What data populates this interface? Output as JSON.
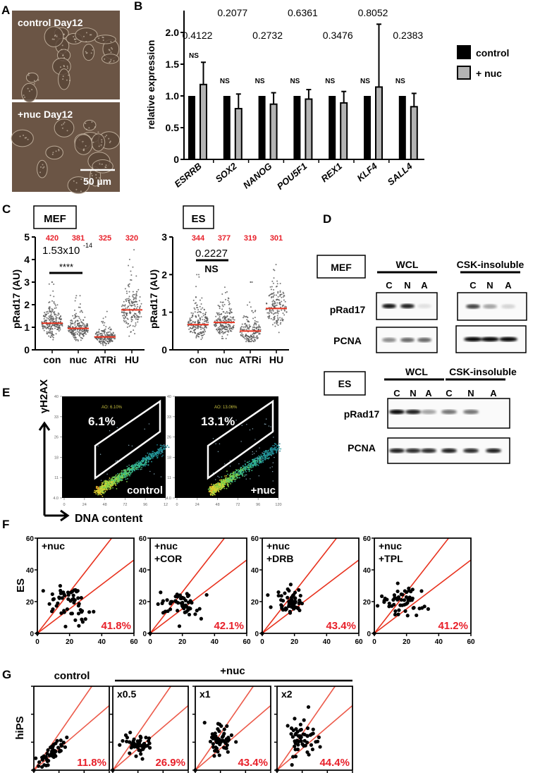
{
  "panel_letters": [
    "A",
    "B",
    "C",
    "D",
    "E",
    "F",
    "G"
  ],
  "panel_a": {
    "images": [
      {
        "label": "control Day12"
      },
      {
        "label": "+nuc Day12"
      }
    ],
    "scale_bar": "50 µm"
  },
  "panel_d": {
    "groups": [
      {
        "cell": "MEF",
        "fractions": [
          "WCL",
          "CSK-insoluble"
        ],
        "lanes": [
          "C",
          "N",
          "A"
        ],
        "rows": [
          {
            "label": "pRad17",
            "bands": [
              [
                0.95,
                0.9,
                0.1
              ],
              [
                0.75,
                0.35,
                0.15
              ]
            ]
          },
          {
            "label": "PCNA",
            "bands": [
              [
                0.45,
                0.6,
                0.6
              ],
              [
                1.0,
                1.0,
                1.0
              ]
            ]
          }
        ]
      },
      {
        "cell": "ES",
        "fractions": [
          "WCL",
          "CSK-insoluble"
        ],
        "lanes": [
          "C",
          "N",
          "A"
        ],
        "rows": [
          {
            "label": "pRad17",
            "bands": [
              [
                1.0,
                0.9,
                0.35
              ],
              [
                0.55,
                0.55,
                0.02
              ]
            ]
          },
          {
            "label": "PCNA",
            "bands": [
              [
                0.9,
                0.85,
                0.85
              ],
              [
                0.9,
                0.85,
                0.9
              ]
            ]
          }
        ]
      }
    ]
  },
  "colors": {
    "control": "#000000",
    "nuc": "#b3b3b3",
    "median": "#e8321e",
    "count": "#e8202a",
    "diagonal": "#e8321e",
    "micrograph": "#6b5545"
  },
  "chart_data": [
    {
      "type": "bar",
      "ylabel": "relative expression",
      "ylim": [
        0,
        2.35
      ],
      "yticks": [
        0,
        0.5,
        1.0,
        1.5,
        2.0
      ],
      "ytick_labels": [
        "0",
        "0.5",
        "1.0",
        "1.5",
        "2.0"
      ],
      "categories": [
        "ESRRB",
        "SOX2",
        "NANOG",
        "POU5F1",
        "REX1",
        "KLF4",
        "SALL4"
      ],
      "series": [
        {
          "name": "control",
          "values": [
            1,
            1,
            1,
            1,
            1,
            1,
            1
          ]
        },
        {
          "name": "+ nuc",
          "values": [
            1.18,
            0.8,
            0.87,
            0.95,
            0.89,
            1.14,
            0.83
          ],
          "error_upper": [
            1.53,
            1.03,
            1.05,
            1.1,
            1.07,
            2.13,
            1.04
          ]
        }
      ],
      "p_values": [
        "0.4122",
        "0.2077",
        "0.2732",
        "0.6361",
        "0.3476",
        "0.8052",
        "0.2383"
      ],
      "significance": [
        "NS",
        "NS",
        "NS",
        "NS",
        "NS",
        "NS",
        "NS"
      ],
      "legend": "right"
    },
    {
      "type": "scatter",
      "title": "MEF",
      "ylabel": "pRad17 (AU)",
      "ylim": [
        0,
        5
      ],
      "yticks": [
        "0",
        "1",
        "2",
        "3",
        "4",
        "5"
      ],
      "categories": [
        "con",
        "nuc",
        "ATRi",
        "HU"
      ],
      "n": [
        "420",
        "381",
        "325",
        "320"
      ],
      "medians": [
        1.18,
        0.95,
        0.57,
        1.77
      ],
      "approx_range": [
        [
          0.45,
          3.0
        ],
        [
          0.4,
          2.4
        ],
        [
          0.2,
          1.7
        ],
        [
          0.6,
          4.6
        ]
      ],
      "comparison": {
        "p_value": "1.53x10",
        "exponent": "-14",
        "label": "****"
      }
    },
    {
      "type": "scatter",
      "title": "ES",
      "ylabel": "pRad17 (AU)",
      "ylim": [
        0,
        3
      ],
      "yticks": [
        "0",
        "1",
        "2",
        "3"
      ],
      "categories": [
        "con",
        "nuc",
        "ATRi",
        "HU"
      ],
      "n": [
        "344",
        "377",
        "319",
        "301"
      ],
      "medians": [
        0.67,
        0.73,
        0.5,
        1.1
      ],
      "approx_range": [
        [
          0.28,
          2.0
        ],
        [
          0.3,
          1.95
        ],
        [
          0.22,
          1.8
        ],
        [
          0.42,
          2.55
        ]
      ],
      "comparison": {
        "p_value": "0.2227",
        "label": "NS"
      }
    },
    {
      "type": "scatter",
      "ylabel": "γH2AX",
      "xlabel": "DNA content",
      "yticks": [
        "40",
        "33",
        "26",
        "18",
        "11",
        "4.0"
      ],
      "plots": [
        {
          "label": "control",
          "gate_percent": "6.1%",
          "gate_annotation": "AO: 6.10%",
          "xticks": [
            "0",
            "24",
            "48",
            "72",
            "96",
            "12"
          ]
        },
        {
          "label": "+nuc",
          "gate_percent": "13.1%",
          "gate_annotation": "AO: 13.06%",
          "xticks": [
            "0",
            "24",
            "48",
            "72",
            "96",
            "120"
          ]
        }
      ]
    },
    {
      "type": "scatter",
      "ylabel": "ES",
      "xlim": [
        0,
        60
      ],
      "ylim": [
        0,
        60
      ],
      "ticks": [
        "0",
        "20",
        "40",
        "60"
      ],
      "plots": [
        {
          "label": [
            "+nuc"
          ],
          "percent": "41.8%",
          "approx_center": [
            20,
            19
          ]
        },
        {
          "label": [
            "+nuc",
            "+COR"
          ],
          "percent": "42.1%",
          "approx_center": [
            19,
            18
          ]
        },
        {
          "label": [
            "+nuc",
            "+DRB"
          ],
          "percent": "43.4%",
          "approx_center": [
            18,
            20
          ]
        },
        {
          "label": [
            "+nuc",
            "+TPL"
          ],
          "percent": "41.2%",
          "approx_center": [
            19,
            20
          ]
        }
      ]
    },
    {
      "type": "scatter",
      "ylabel": "hiPS",
      "group_labels": {
        "control": "control",
        "treatment": "+nuc"
      },
      "plots": [
        {
          "label": "",
          "percent": "11.8%",
          "approx_center": [
            15,
            13
          ]
        },
        {
          "label": "x0.5",
          "percent": "26.9%",
          "approx_center": [
            20,
            19
          ]
        },
        {
          "label": "x1",
          "percent": "43.4%",
          "approx_center": [
            20,
            22
          ]
        },
        {
          "label": "x2",
          "percent": "44.4%",
          "approx_center": [
            20,
            24
          ]
        }
      ]
    }
  ]
}
